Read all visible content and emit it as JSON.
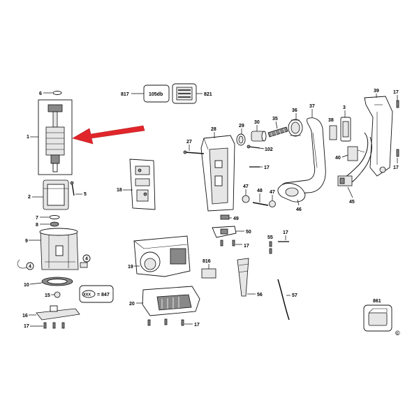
{
  "labels": {
    "p1": "1",
    "p2": "2",
    "p3": "3",
    "p4a": "4",
    "p4b": "4",
    "p5": "5",
    "p6": "6",
    "p7": "7",
    "p8": "8",
    "p9": "9",
    "p10": "10",
    "p15": "15",
    "p16": "16",
    "p17a": "17",
    "p17b": "17",
    "p17c": "17",
    "p17d": "17",
    "p17e": "17",
    "p17f": "17",
    "p17g": "17",
    "p18": "18",
    "p19": "19",
    "p20": "20",
    "p27": "27",
    "p28": "28",
    "p29": "29",
    "p30": "30",
    "p35": "35",
    "p36": "36",
    "p37": "37",
    "p38": "38",
    "p39": "39",
    "p40": "40",
    "p45": "45",
    "p46": "46",
    "p47a": "47",
    "p47b": "47",
    "p48": "48",
    "p49": "49",
    "p50": "50",
    "p55": "55",
    "p56": "56",
    "p57": "57",
    "p102": "102",
    "p816": "816",
    "p817": "817",
    "p821": "821",
    "p861": "861"
  },
  "boxes": {
    "noise": "105db",
    "xxx": "XXX",
    "eq847": "= 847"
  },
  "copyright": "©",
  "colors": {
    "arrow": "#e0262b",
    "line": "#111111",
    "bg": "#ffffff"
  }
}
